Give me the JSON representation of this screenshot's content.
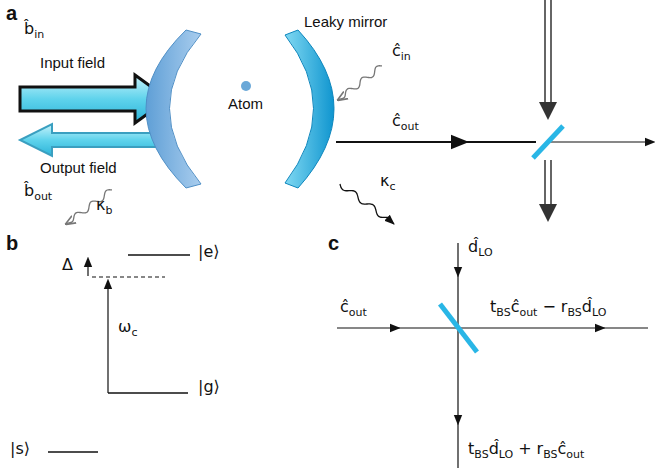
{
  "diagram": {
    "labels": [
      "a",
      "b̂",
      "in",
      "Input field",
      "Output field",
      "b̂",
      "out",
      "κ",
      "b",
      "Atom",
      "Leaky mirror",
      "ĉ",
      "in",
      "κ",
      "c",
      "ĉ",
      "out",
      "b",
      "Δ",
      "|e⟩",
      "ω",
      "c",
      "|g⟩",
      "|s⟩",
      "c",
      "d̂",
      "LO",
      "ĉ",
      "out",
      "t",
      "BS",
      "ĉ",
      "out",
      "−",
      "r",
      "BS",
      "d̂",
      "LO",
      "t",
      "BS",
      "d̂",
      "LO",
      "+",
      "r",
      "BS",
      "ĉ",
      "out"
    ]
  }
}
